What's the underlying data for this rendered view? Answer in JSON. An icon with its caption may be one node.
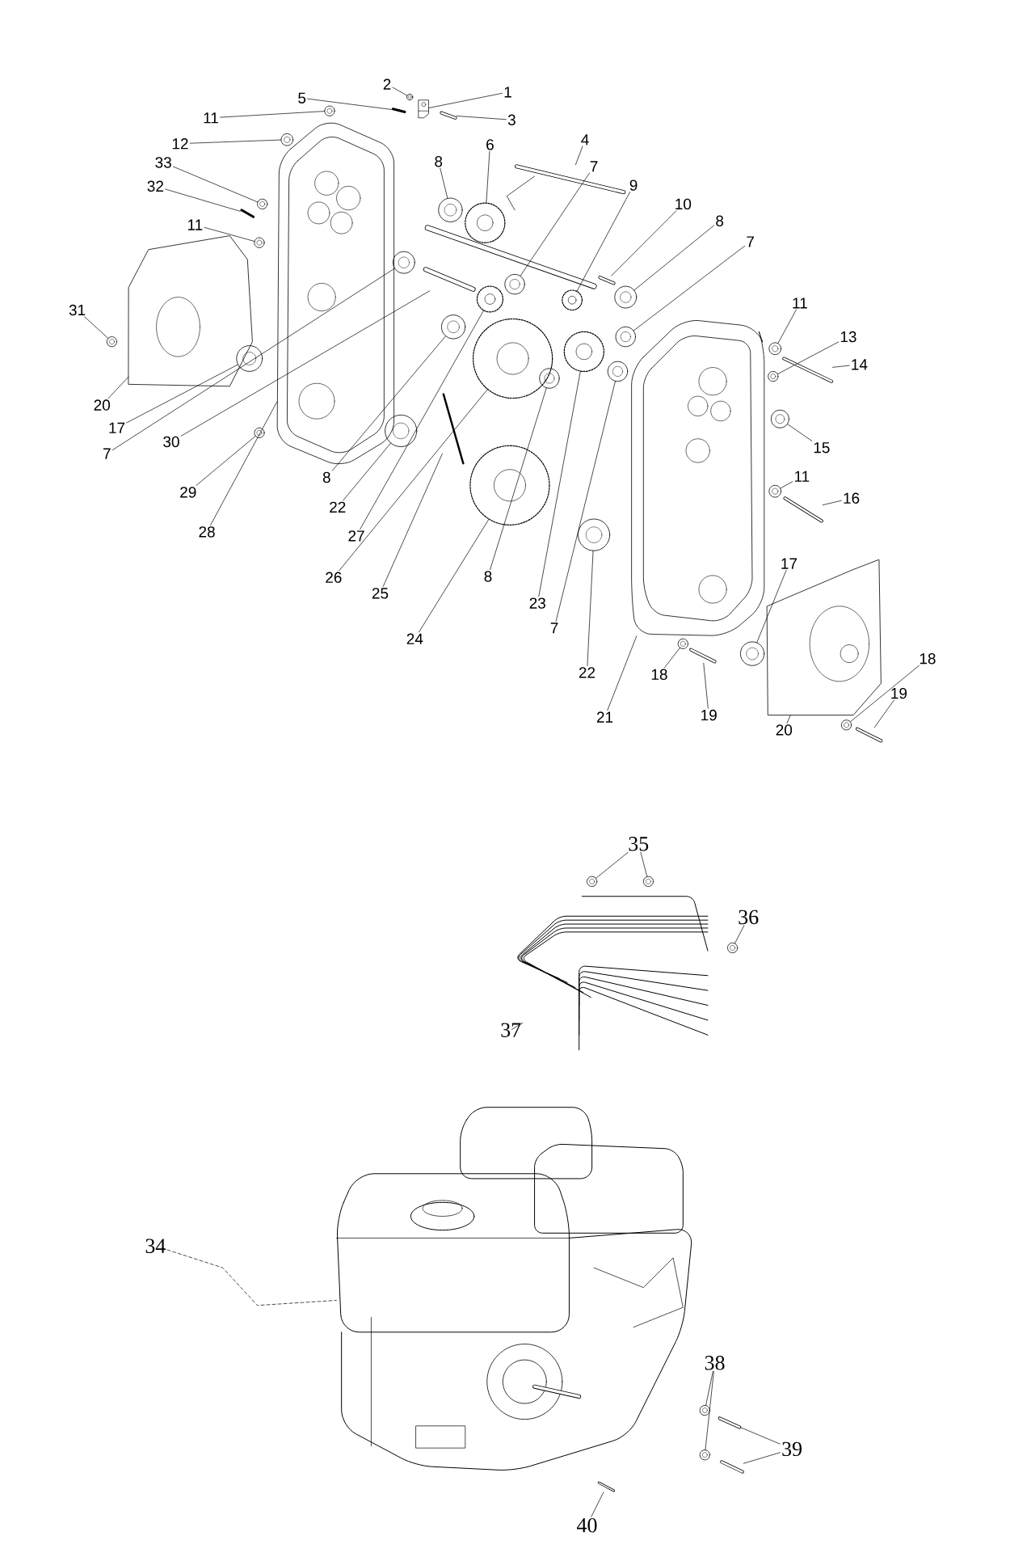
{
  "diagram": {
    "nodes": [
      {
        "text": [
          "1"
        ]
      },
      {
        "text": [
          "2"
        ]
      },
      {
        "text": [
          "5"
        ]
      },
      {
        "text": [
          "3"
        ]
      },
      {
        "text": [
          "4"
        ]
      },
      {
        "text": [
          "11"
        ]
      },
      {
        "text": [
          "12"
        ]
      },
      {
        "text": [
          "33"
        ]
      },
      {
        "text": [
          "32"
        ]
      },
      {
        "text": [
          "6"
        ]
      },
      {
        "text": [
          "8"
        ]
      },
      {
        "text": [
          "7"
        ]
      },
      {
        "text": [
          "9"
        ]
      },
      {
        "text": [
          "10"
        ]
      },
      {
        "text": [
          "8"
        ]
      },
      {
        "text": [
          "7"
        ]
      },
      {
        "text": [
          "11"
        ]
      },
      {
        "text": [
          "31"
        ]
      },
      {
        "text": [
          "11"
        ]
      },
      {
        "text": [
          "13"
        ]
      },
      {
        "text": [
          "14"
        ]
      },
      {
        "text": [
          "20"
        ]
      },
      {
        "text": [
          "17"
        ]
      },
      {
        "text": [
          "7"
        ]
      },
      {
        "text": [
          "30"
        ]
      },
      {
        "text": [
          "15"
        ]
      },
      {
        "text": [
          "29"
        ]
      },
      {
        "text": [
          "28"
        ]
      },
      {
        "text": [
          "8"
        ]
      },
      {
        "text": [
          "22"
        ]
      },
      {
        "text": [
          "11"
        ]
      },
      {
        "text": [
          "16"
        ]
      },
      {
        "text": [
          "27"
        ]
      },
      {
        "text": [
          "17"
        ]
      },
      {
        "text": [
          "26"
        ]
      },
      {
        "text": [
          "25"
        ]
      },
      {
        "text": [
          "8"
        ]
      },
      {
        "text": [
          "23"
        ]
      },
      {
        "text": [
          "7"
        ]
      },
      {
        "text": [
          "24"
        ]
      },
      {
        "text": [
          "18"
        ]
      },
      {
        "text": [
          "22"
        ]
      },
      {
        "text": [
          "18"
        ]
      },
      {
        "text": [
          "19"
        ]
      },
      {
        "text": [
          "19"
        ]
      },
      {
        "text": [
          "21"
        ]
      },
      {
        "text": [
          "20"
        ]
      },
      {
        "text": [
          "35"
        ]
      },
      {
        "text": [
          "36"
        ]
      },
      {
        "text": [
          "37"
        ]
      },
      {
        "text": [
          "34"
        ]
      },
      {
        "text": [
          "38"
        ]
      },
      {
        "text": [
          "39"
        ]
      },
      {
        "text": [
          "40"
        ]
      },
      {
        "text": [],
        "shape": "picture"
      },
      {
        "text": [],
        "shape": "picture"
      },
      {
        "text": [],
        "shape": "picture"
      },
      {
        "text": [],
        "shape": "picture"
      },
      {
        "text": [],
        "shape": "picture"
      },
      {
        "text": [],
        "shape": "picture"
      },
      {
        "text": [],
        "shape": "picture"
      },
      {
        "text": [],
        "shape": "picture"
      },
      {
        "text": [],
        "shape": "picture"
      },
      {
        "text": [],
        "shape": "picture"
      },
      {
        "text": [],
        "shape": "picture"
      },
      {
        "text": [],
        "shape": "picture"
      },
      {
        "text": [],
        "shape": "picture"
      },
      {
        "text": [],
        "shape": "picture"
      },
      {
        "text": [],
        "shape": "picture"
      },
      {
        "text": [],
        "shape": "picture"
      },
      {
        "text": [],
        "shape": "picture"
      },
      {
        "text": [],
        "shape": "picture"
      },
      {
        "text": [],
        "shape": "picture"
      },
      {
        "text": [],
        "shape": "picture"
      },
      {
        "text": [],
        "shape": "picture"
      },
      {
        "text": [],
        "shape": "picture"
      },
      {
        "text": [],
        "shape": "picture"
      },
      {
        "text": [],
        "shape": "picture"
      },
      {
        "text": [],
        "shape": "picture"
      },
      {
        "text": [],
        "shape": "picture"
      },
      {
        "text": [],
        "shape": "picture"
      },
      {
        "text": [],
        "shape": "picture"
      },
      {
        "text": [],
        "shape": "picture"
      },
      {
        "text": [],
        "shape": "picture"
      },
      {
        "text": [],
        "shape": "picture"
      },
      {
        "text": [],
        "shape": "picture"
      },
      {
        "text": [],
        "shape": "picture"
      },
      {
        "text": [],
        "shape": "picture"
      },
      {
        "text": [],
        "shape": "picture"
      },
      {
        "text": [],
        "shape": "picture"
      },
      {
        "text": [],
        "shape": "picture"
      },
      {
        "text": [],
        "shape": "picture"
      },
      {
        "text": [],
        "shape": "picture"
      },
      {
        "text": [],
        "shape": "picture"
      },
      {
        "text": [],
        "shape": "picture"
      },
      {
        "text": [],
        "shape": "picture"
      },
      {
        "text": [],
        "shape": "picture"
      },
      {
        "text": [],
        "shape": "picture"
      },
      {
        "text": [],
        "shape": "picture"
      },
      {
        "text": [],
        "shape": "picture"
      },
      {
        "text": [],
        "shape": "picture"
      },
      {
        "text": [],
        "shape": "picture"
      },
      {
        "text": [],
        "shape": "picture"
      },
      {
        "text": [],
        "shape": "picture"
      },
      {
        "text": [],
        "shape": "picture"
      },
      {
        "text": [],
        "shape": "picture"
      },
      {
        "text": [],
        "shape": "picture"
      },
      {
        "text": [],
        "shape": "picture"
      },
      {
        "text": [],
        "shape": "picture"
      },
      {
        "text": [],
        "shape": "picture"
      },
      {
        "text": [],
        "shape": "picture"
      }
    ],
    "edges": [
      {
        "from": 0,
        "to": 54,
        "arrow": "none"
      },
      {
        "from": 1,
        "to": 55,
        "arrow": "none"
      },
      {
        "from": 2,
        "to": 56,
        "arrow": "none"
      },
      {
        "from": 3,
        "to": 57,
        "arrow": "none"
      },
      {
        "from": 4,
        "to": 58,
        "arrow": "none"
      },
      {
        "from": 5,
        "to": 59,
        "arrow": "none"
      },
      {
        "from": 6,
        "to": 60,
        "arrow": "none"
      },
      {
        "from": 7,
        "to": 61,
        "arrow": "none"
      },
      {
        "from": 8,
        "to": 62,
        "arrow": "none"
      },
      {
        "from": 9,
        "to": 63,
        "arrow": "none"
      },
      {
        "from": 10,
        "to": 64,
        "arrow": "none"
      },
      {
        "from": 11,
        "to": 65,
        "arrow": "none"
      },
      {
        "from": 12,
        "to": 66,
        "arrow": "none"
      },
      {
        "from": 13,
        "to": 67,
        "arrow": "none"
      },
      {
        "from": 14,
        "to": 68,
        "arrow": "none"
      },
      {
        "from": 15,
        "to": 69,
        "arrow": "none"
      },
      {
        "from": 16,
        "to": 70,
        "arrow": "none"
      },
      {
        "from": 17,
        "to": 71,
        "arrow": "none"
      },
      {
        "from": 18,
        "to": 72,
        "arrow": "none"
      },
      {
        "from": 19,
        "to": 73,
        "arrow": "none"
      },
      {
        "from": 20,
        "to": 74,
        "arrow": "none"
      },
      {
        "from": 21,
        "to": 75,
        "arrow": "none"
      },
      {
        "from": 22,
        "to": 76,
        "arrow": "none"
      },
      {
        "from": 23,
        "to": 77,
        "arrow": "none"
      },
      {
        "from": 24,
        "to": 78,
        "arrow": "none"
      },
      {
        "from": 25,
        "to": 79,
        "arrow": "none"
      },
      {
        "from": 26,
        "to": 80,
        "arrow": "none"
      },
      {
        "from": 27,
        "to": 81,
        "arrow": "none"
      },
      {
        "from": 28,
        "to": 82,
        "arrow": "none"
      },
      {
        "from": 29,
        "to": 83,
        "arrow": "none"
      },
      {
        "from": 30,
        "to": 84,
        "arrow": "none"
      },
      {
        "from": 31,
        "to": 85,
        "arrow": "none"
      },
      {
        "from": 32,
        "to": 86,
        "arrow": "none"
      },
      {
        "from": 33,
        "to": 87,
        "arrow": "none"
      },
      {
        "from": 34,
        "to": 88,
        "arrow": "none"
      },
      {
        "from": 35,
        "to": 89,
        "arrow": "none"
      },
      {
        "from": 36,
        "to": 90,
        "arrow": "none"
      },
      {
        "from": 37,
        "to": 91,
        "arrow": "none"
      },
      {
        "from": 38,
        "to": 92,
        "arrow": "none"
      },
      {
        "from": 39,
        "to": 93,
        "arrow": "none"
      },
      {
        "from": 40,
        "to": 94,
        "arrow": "none"
      },
      {
        "from": 41,
        "to": 95,
        "arrow": "none"
      },
      {
        "from": 42,
        "to": 96,
        "arrow": "none"
      },
      {
        "from": 43,
        "to": 97,
        "arrow": "none"
      },
      {
        "from": 44,
        "to": 98,
        "arrow": "none"
      },
      {
        "from": 45,
        "to": 99,
        "arrow": "none"
      },
      {
        "from": 46,
        "to": 100,
        "arrow": "none"
      },
      {
        "from": 47,
        "to": 101,
        "arrow": "none"
      },
      {
        "from": 47,
        "to": 102,
        "arrow": "none"
      },
      {
        "from": 48,
        "to": 103,
        "arrow": "none"
      },
      {
        "from": 49,
        "to": 104,
        "arrow": "none"
      },
      {
        "from": 50,
        "to": 105,
        "arrow": "none",
        "style": "dashed"
      },
      {
        "from": 51,
        "to": 106,
        "arrow": "none"
      },
      {
        "from": 51,
        "to": 107,
        "arrow": "none"
      },
      {
        "from": 52,
        "to": 108,
        "arrow": "none"
      },
      {
        "from": 52,
        "to": 109,
        "arrow": "none"
      },
      {
        "from": 53,
        "to": 110,
        "arrow": "none"
      }
    ]
  }
}
